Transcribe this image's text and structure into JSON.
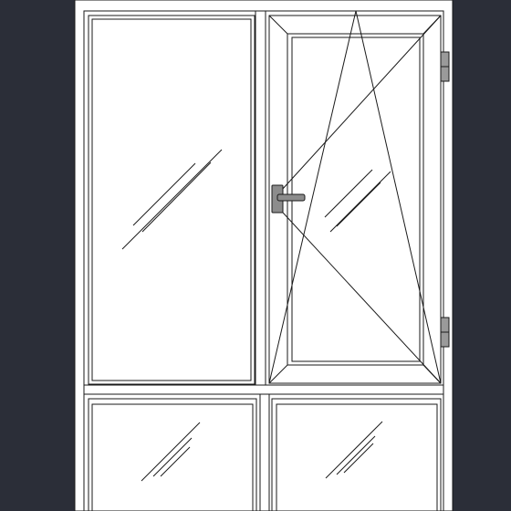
{
  "drawing": {
    "subject": "window-elevation",
    "colors": {
      "background": "#2b2e38",
      "frame_fill": "#ffffff",
      "line": "#1a1a1a",
      "handle": "#8c8c8c",
      "hinge": "#9a9a9a"
    },
    "panes": {
      "top_left": "fixed",
      "top_right": "tilt-and-turn",
      "bottom_left": "fixed",
      "bottom_right": "fixed"
    },
    "sash_opening_marks": [
      "turn",
      "tilt"
    ],
    "hardware": {
      "handle_side": "left",
      "hinge_side": "right",
      "hinge_count": 2
    }
  }
}
